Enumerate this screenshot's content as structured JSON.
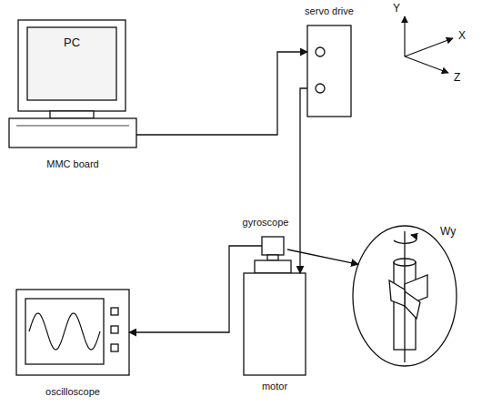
{
  "diagram": {
    "nodes": [
      {
        "text": [
          "PC",
          "MMC board"
        ]
      },
      {
        "text": [
          "servo drive"
        ]
      },
      {
        "text": [
          "gyroscope"
        ]
      },
      {
        "text": [
          "motor"
        ]
      },
      {
        "text": [
          "oscilloscope"
        ]
      },
      {
        "text": [
          "Wy"
        ]
      }
    ],
    "edges": [
      {
        "from": 0,
        "to": 1,
        "arrow": "to"
      },
      {
        "from": 1,
        "to": 3,
        "arrow": "to"
      },
      {
        "from": 2,
        "to": 4,
        "arrow": "to"
      },
      {
        "from": 2,
        "to": 5,
        "arrow": "to"
      }
    ],
    "labels": [
      "Y",
      "X",
      "Z"
    ]
  }
}
